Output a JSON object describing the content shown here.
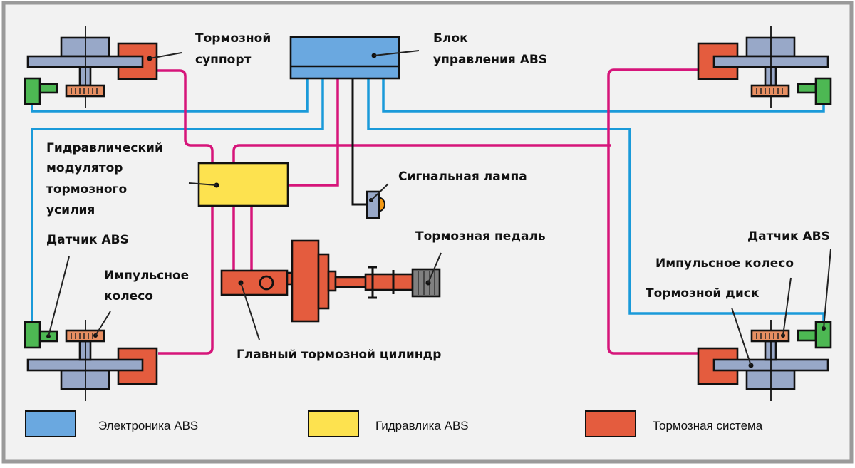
{
  "colors": {
    "electronics": "#6aa8e0",
    "hydraulics": "#fde24f",
    "brake_system": "#e45c3e",
    "electric_line": "#1a9ad9",
    "hydraulic_line": "#d6157a",
    "wheel_parts": "#98a8c8",
    "sensor": "#4db853",
    "impulse_wheel": "#e88f62",
    "pedal": "#808080",
    "lamp": "#f59a14",
    "background": "#f2f2f2"
  },
  "labels": {
    "caliper": [
      "Тормозной",
      "суппорт"
    ],
    "abs_control_unit": [
      "Блок",
      "управления ABS"
    ],
    "hydraulic_modulator": [
      "Гидравлический",
      "модулятор",
      "тормозного",
      "усилия"
    ],
    "warning_lamp": "Сигнальная лампа",
    "brake_pedal": "Тормозная педаль",
    "abs_sensor_left": "Датчик ABS",
    "impulse_wheel_left": [
      "Импульсное",
      "колесо"
    ],
    "master_cylinder": "Главный тормозной цилиндр",
    "abs_sensor_right": "Датчик ABS",
    "impulse_wheel_right": "Импульсное колесо",
    "brake_disc": "Тормозной диск"
  },
  "legend": [
    {
      "label": "Электроника ABS",
      "color": "#6aa8e0"
    },
    {
      "label": "Гидравлика ABS",
      "color": "#fde24f"
    },
    {
      "label": "Тормозная система",
      "color": "#e45c3e"
    }
  ]
}
